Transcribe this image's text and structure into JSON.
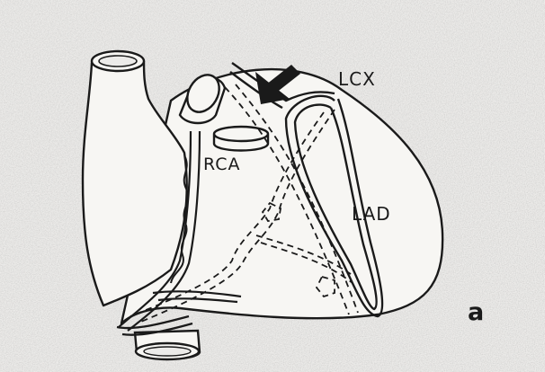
{
  "labels": {
    "lcx": "LCX",
    "rca": "RCA",
    "lad": "LAD",
    "panel": "a"
  },
  "colors": {
    "background": "#ecebe9",
    "stroke": "#1a1a1a",
    "fill": "#f7f6f3"
  },
  "icons": {
    "pointer": "arrow-icon"
  }
}
